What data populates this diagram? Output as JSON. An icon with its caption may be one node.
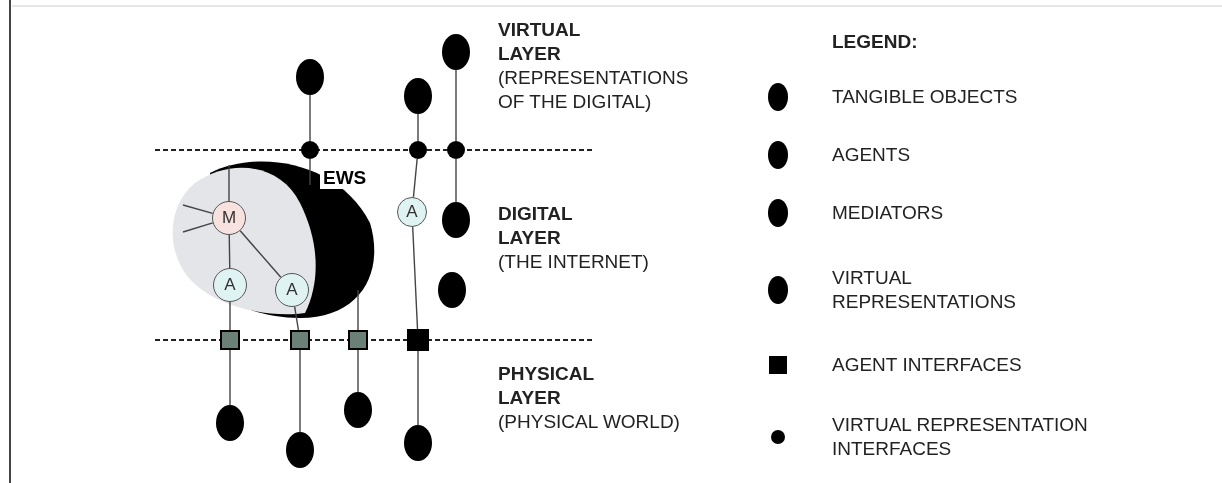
{
  "diagram": {
    "nodes": [
      {
        "text": [
          "EWS"
        ]
      },
      {
        "text": [
          "M"
        ],
        "in": 0
      },
      {
        "text": [
          "A"
        ],
        "in": 0
      },
      {
        "text": [
          "A"
        ],
        "in": 0
      },
      {
        "text": [
          "A"
        ]
      },
      {
        "text": [],
        "shape": "circle"
      },
      {
        "text": [],
        "shape": "circle"
      },
      {
        "text": [],
        "shape": "circle"
      },
      {
        "text": [],
        "shape": "circle"
      },
      {
        "text": [],
        "shape": "circle"
      },
      {
        "text": [],
        "shape": "circle"
      },
      {
        "text": [],
        "shape": "circle"
      },
      {
        "text": [],
        "shape": "circle"
      },
      {
        "text": [],
        "shape": "box"
      },
      {
        "text": [],
        "shape": "box"
      },
      {
        "text": [],
        "shape": "box"
      },
      {
        "text": [],
        "shape": "box"
      },
      {
        "text": [],
        "shape": "circle"
      },
      {
        "text": [],
        "shape": "circle"
      },
      {
        "text": [],
        "shape": "circle"
      },
      {
        "text": [],
        "shape": "circle"
      }
    ],
    "edges": [
      {
        "from": 1,
        "to": 2,
        "arrow": "none"
      },
      {
        "from": 1,
        "to": 3,
        "arrow": "none"
      },
      {
        "from": 1,
        "to": null,
        "arrow": "none"
      },
      {
        "from": 1,
        "to": null,
        "arrow": "none"
      },
      {
        "from": 1,
        "to": null,
        "arrow": "none"
      },
      {
        "from": 5,
        "to": 8,
        "arrow": "none"
      },
      {
        "from": 8,
        "to": 0,
        "arrow": "none"
      },
      {
        "from": 6,
        "to": 9,
        "arrow": "none"
      },
      {
        "from": 9,
        "to": 4,
        "arrow": "none"
      },
      {
        "from": 7,
        "to": 10,
        "arrow": "none"
      },
      {
        "from": 10,
        "to": 11,
        "arrow": "none"
      },
      {
        "from": 2,
        "to": 13,
        "arrow": "none"
      },
      {
        "from": 13,
        "to": 17,
        "arrow": "none"
      },
      {
        "from": 3,
        "to": 14,
        "arrow": "none"
      },
      {
        "from": 14,
        "to": 18,
        "arrow": "none"
      },
      {
        "from": 0,
        "to": 15,
        "arrow": "none"
      },
      {
        "from": 15,
        "to": 19,
        "arrow": "none"
      },
      {
        "from": 4,
        "to": 16,
        "arrow": "none"
      },
      {
        "from": 16,
        "to": 20,
        "arrow": "none"
      }
    ],
    "labels": [
      "VIRTUAL LAYER",
      "(REPRESENTATIONS OF THE DIGITAL)",
      "LEGEND:",
      "DIGITAL LAYER",
      "(THE INTERNET)",
      "PHYSICAL LAYER",
      "(PHYSICAL WORLD)"
    ],
    "legend": [
      {
        "text": "TANGIBLE OBJECTS"
      },
      {
        "text": "AGENTS"
      },
      {
        "text": "MEDIATORS"
      },
      {
        "text": "VIRTUAL REPRESENTATIONS"
      },
      {
        "text": "AGENT INTERFACES"
      },
      {
        "text": "VIRTUAL REPRESENTATION INTERFACES"
      }
    ]
  }
}
